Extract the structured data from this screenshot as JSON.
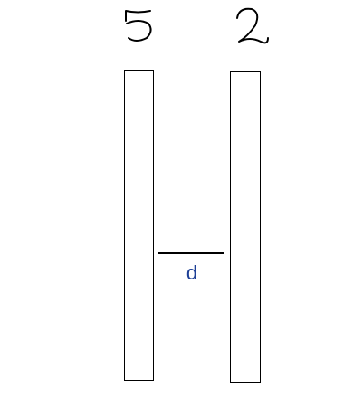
{
  "diagram": {
    "gap_label": "d",
    "label_color": "#1d3f96",
    "stroke_color": "#000000",
    "plates": [
      {
        "side": "left",
        "mark": "handwritten-5"
      },
      {
        "side": "right",
        "mark": "handwritten-2"
      }
    ]
  }
}
